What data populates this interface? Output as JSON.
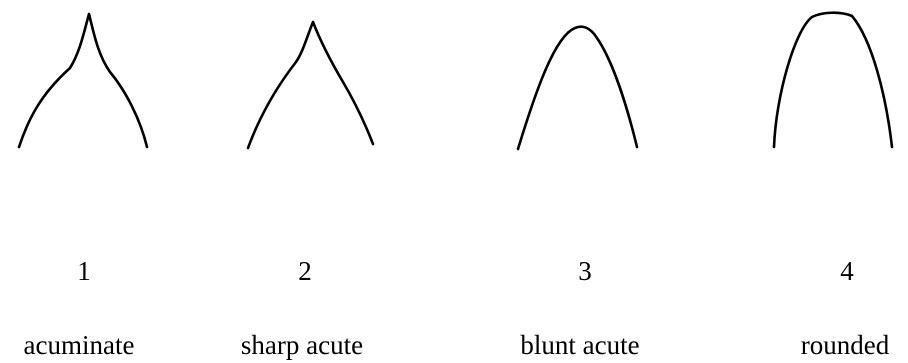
{
  "items": [
    {
      "number": "1",
      "label": "acuminate",
      "icon": "acuminate-apex-icon"
    },
    {
      "number": "2",
      "label": "sharp acute",
      "icon": "sharp-acute-apex-icon"
    },
    {
      "number": "3",
      "label": "blunt acute",
      "icon": "blunt-acute-apex-icon"
    },
    {
      "number": "4",
      "label": "rounded",
      "icon": "rounded-apex-icon"
    }
  ]
}
